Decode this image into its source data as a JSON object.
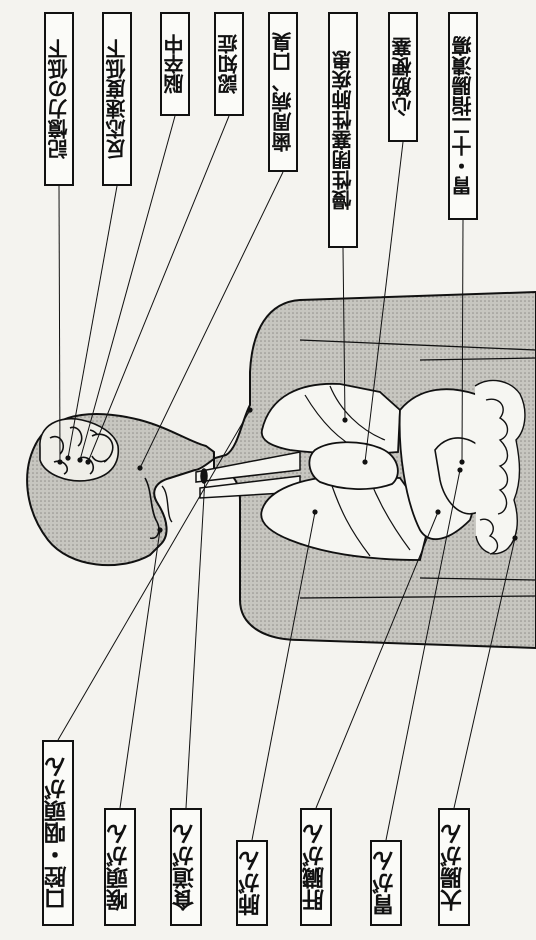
{
  "top_labels": [
    "記憶力の低下",
    "反応速度低下",
    "脳卒中",
    "認知症",
    "歯周病、口臭",
    "慢性閉塞性肺疾患",
    "心筋梗塞",
    "胃・十二指腸潰瘍"
  ],
  "bottom_labels": [
    "口腔・咽頭がん",
    "喉頭がん",
    "食道がん",
    "肺がん",
    "肝臓がん",
    "胃がん",
    "大腸がん"
  ],
  "colors": {
    "body_fill": "#b9b8b2",
    "organ_fill": "#f6f6f2",
    "ink": "#111111"
  }
}
